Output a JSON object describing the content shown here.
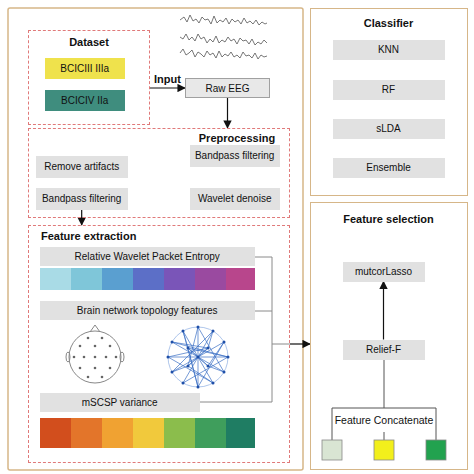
{
  "diagram": {
    "nodes": [
      {
        "text": [
          "Dataset"
        ]
      },
      {
        "text": [
          "BCICIII IIIa"
        ],
        "in": 0
      },
      {
        "text": [
          "BCICIV IIa"
        ],
        "in": 0
      },
      {
        "text": [
          "Raw EEG"
        ]
      },
      {
        "text": [
          "Preprocessing"
        ]
      },
      {
        "text": [
          "Remove artifacts"
        ],
        "in": 4
      },
      {
        "text": [
          "Bandpass filtering"
        ],
        "in": 4
      },
      {
        "text": [
          "Bandpass filtering"
        ],
        "in": 4
      },
      {
        "text": [
          "Wavelet denoise"
        ],
        "in": 4
      },
      {
        "text": [
          "Feature extraction"
        ]
      },
      {
        "text": [
          "Relative Wavelet Packet Entropy"
        ],
        "in": 9
      },
      {
        "text": [
          "Brain network topology features"
        ],
        "in": 9
      },
      {
        "text": [
          "mSCSP variance"
        ],
        "in": 9
      },
      {
        "text": [
          "Classifier"
        ]
      },
      {
        "text": [
          "KNN"
        ],
        "in": 13
      },
      {
        "text": [
          "RF"
        ],
        "in": 13
      },
      {
        "text": [
          "sLDA"
        ],
        "in": 13
      },
      {
        "text": [
          "Ensemble"
        ],
        "in": 13
      },
      {
        "text": [
          "Feature selection"
        ]
      },
      {
        "text": [
          "mutcorLasso"
        ],
        "in": 18
      },
      {
        "text": [
          "Relief-F"
        ],
        "in": 18
      }
    ],
    "edges": [
      {
        "from": 0,
        "to": 3,
        "label": "Input",
        "arrow": "to"
      },
      {
        "from": 3,
        "to": 4,
        "arrow": "to"
      },
      {
        "from": 7,
        "to": 9,
        "arrow": "to"
      },
      {
        "from": 9,
        "to": 18,
        "arrow": "to"
      },
      {
        "from": 20,
        "to": 19,
        "arrow": "to"
      }
    ],
    "labels": [
      "Feature Concatenate"
    ]
  }
}
